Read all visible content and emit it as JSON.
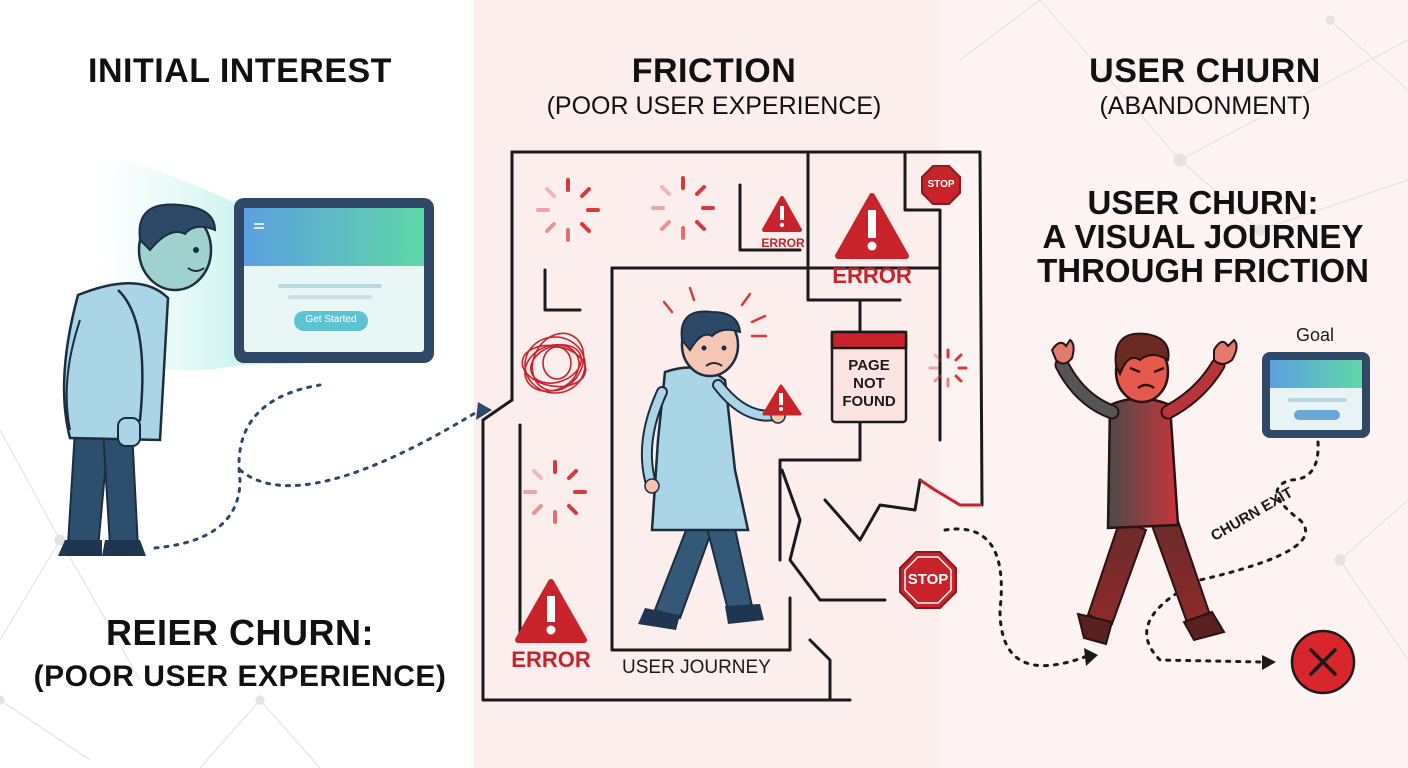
{
  "sections": {
    "initial": {
      "title": "INITIAL INTEREST"
    },
    "friction": {
      "title": "FRICTION",
      "subtitle": "(POOR USER EXPERIENCE)"
    },
    "churn": {
      "title": "USER CHURN",
      "subtitle": "(ABANDONMENT)"
    }
  },
  "screen": {
    "button_label": "Get Started"
  },
  "maze": {
    "error_label": "ERROR",
    "stop_label": "STOP",
    "page_not_found": [
      "PAGE",
      "NOT",
      "FOUND"
    ],
    "journey_label": "USER JOURNEY"
  },
  "churn": {
    "headline": [
      "USER CHURN:",
      "A VISUAL JOURNEY",
      "THROUGH FRICTION"
    ],
    "goal_label": "Goal",
    "exit_label": "CHURN EXIT"
  },
  "caption": {
    "line1": "REIER CHURN:",
    "line2": "(POOR USER EXPERIENCE)"
  },
  "colors": {
    "accent_red": "#c8232b",
    "teal": "#5fd6c6",
    "shirt_blue": "#a9d5e6",
    "navy": "#2c4a68"
  }
}
